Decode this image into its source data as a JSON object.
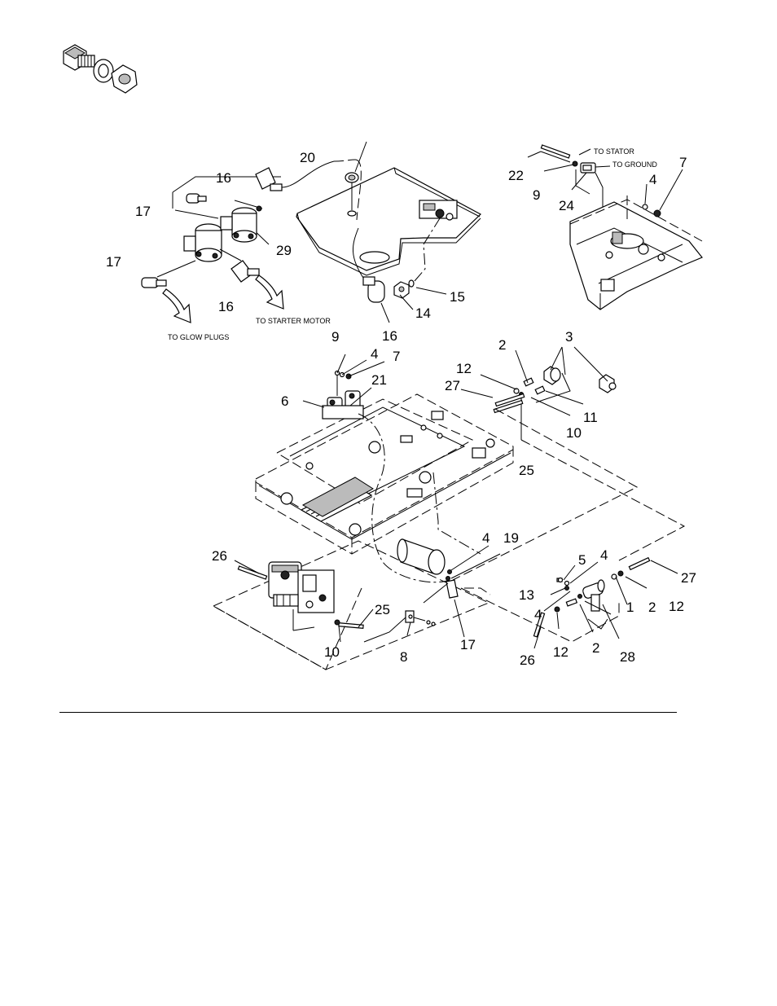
{
  "notes": {
    "to_stator": "TO STATOR",
    "to_ground": "TO GROUND",
    "to_starter_motor": "TO STARTER MOTOR",
    "to_glow_plugs": "TO GLOW PLUGS"
  },
  "callouts": {
    "c20": "20",
    "c16a": "16",
    "c17a": "17",
    "c29": "29",
    "c17b": "17",
    "c16b": "16",
    "c15": "15",
    "c14": "14",
    "c16c": "16",
    "c22": "22",
    "c9a": "9",
    "c24": "24",
    "c4a": "4",
    "c7a": "7",
    "c9b": "9",
    "c4b": "4",
    "c7b": "7",
    "c21": "21",
    "c6": "6",
    "c2a": "2",
    "c3": "3",
    "c12a": "12",
    "c27a": "27",
    "c11": "11",
    "c10a": "10",
    "c25a": "25",
    "c26a": "26",
    "c25b": "25",
    "c10b": "10",
    "c8": "8",
    "c17c": "17",
    "c4c": "4",
    "c19": "19",
    "c5": "5",
    "c4d": "4",
    "c13": "13",
    "c4e": "4",
    "c1": "1",
    "c2b": "2",
    "c2c": "2",
    "c27b": "27",
    "c12b": "12",
    "c26b": "26",
    "c12c": "12",
    "c28": "28"
  }
}
